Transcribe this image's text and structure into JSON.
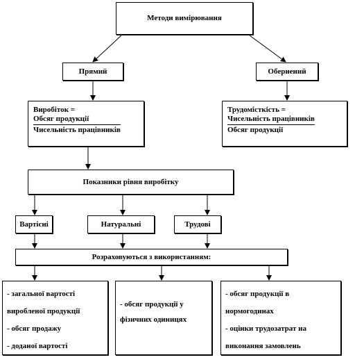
{
  "diagram": {
    "top": "Методи вимірювання",
    "method_direct": "Прямий",
    "method_inverse": "Обернений",
    "direct_formula": {
      "line1": "Виробіток =",
      "numerator": "Обсяг продукції",
      "denominator": "Чисельність працівників"
    },
    "inverse_formula": {
      "line1": "Трудомісткість =",
      "numerator": "Чисельність працівників",
      "denominator": "Обсяг продукції"
    },
    "indicators": "Показники рівня виробітку",
    "types": [
      "Вартісні",
      "Натуральні",
      "Трудові"
    ],
    "calculated": "Розраховуються з використанням:",
    "lists": {
      "left": [
        "- загальної вартості",
        "виробленої продукції",
        "- обсяг продажу",
        "- доданої вартості"
      ],
      "middle": [
        "- обсяг продукції у",
        "фізичних одиницях"
      ],
      "right": [
        "- обсяг продукції в",
        "нормогодинах",
        "- оцінки трудозатрат на",
        "виконання замовлень"
      ]
    }
  }
}
